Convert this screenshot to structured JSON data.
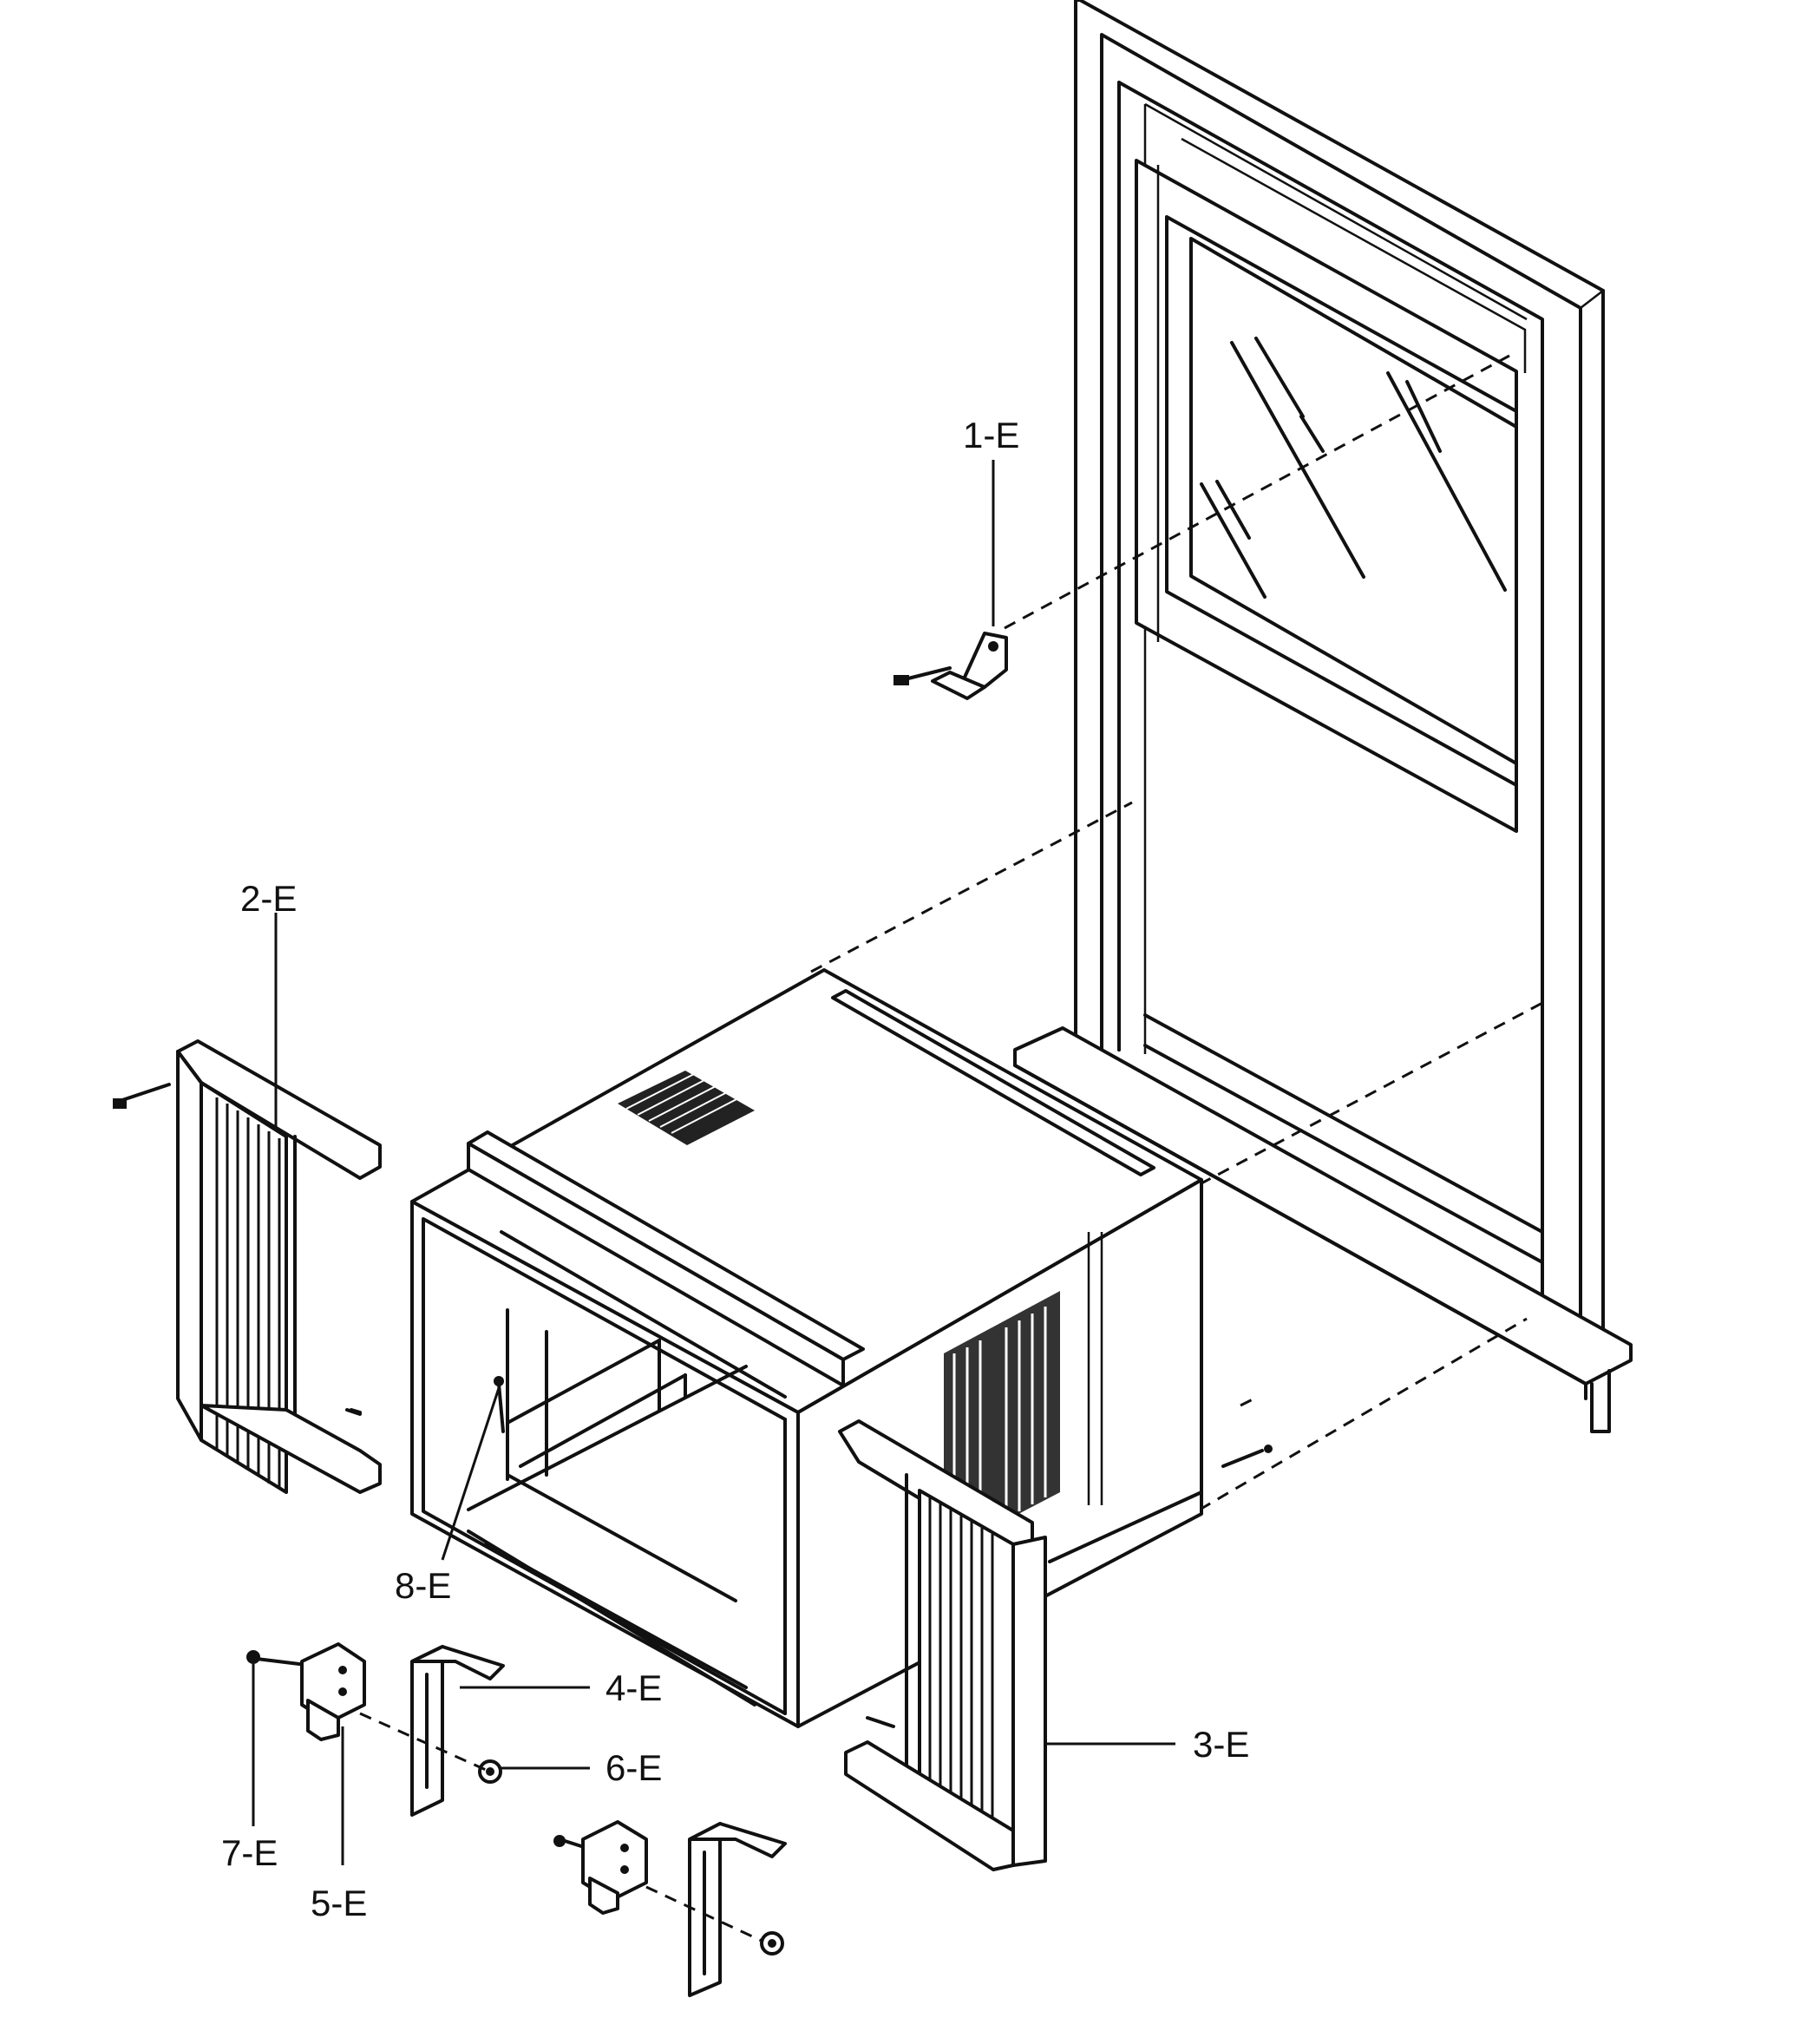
{
  "callouts": [
    {
      "id": "1-E"
    },
    {
      "id": "2-E"
    },
    {
      "id": "3-E"
    },
    {
      "id": "4-E"
    },
    {
      "id": "5-E"
    },
    {
      "id": "6-E"
    },
    {
      "id": "7-E"
    },
    {
      "id": "8-E"
    }
  ]
}
